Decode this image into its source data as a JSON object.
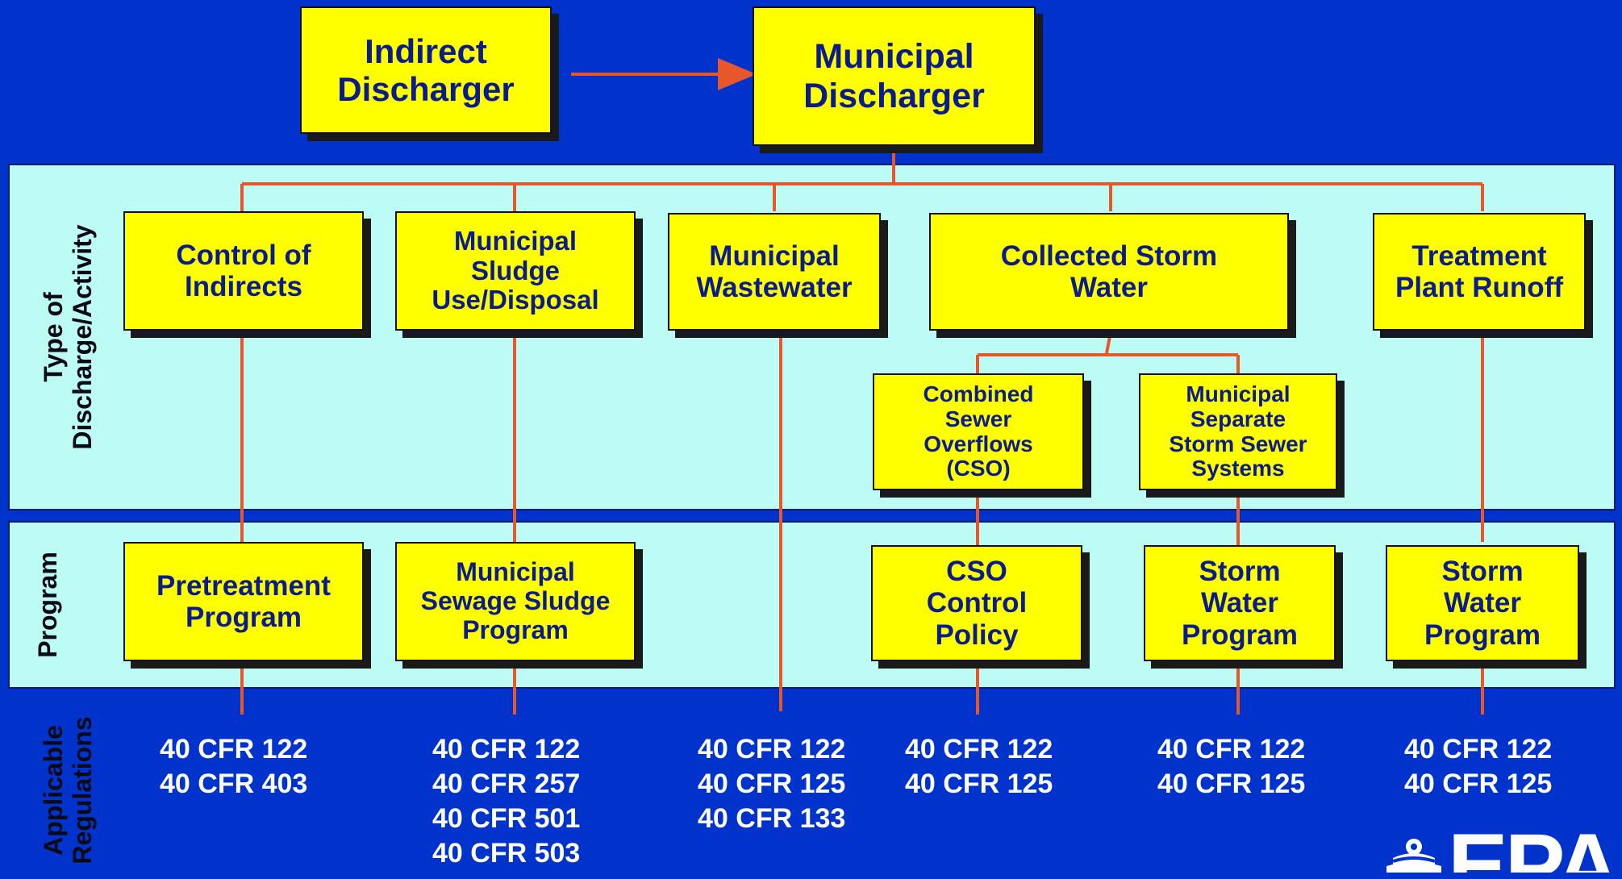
{
  "top": {
    "indirect_discharger": "Indirect\nDischarger",
    "municipal_discharger": "Municipal\nDischarger"
  },
  "side_labels": {
    "type_of_discharge": "Type of\nDischarge/Activity",
    "program": "Program",
    "applicable_regulations": "Applicable\nRegulations"
  },
  "activities": {
    "control_of_indirects": "Control of\nIndirects",
    "municipal_sludge": "Municipal\nSludge\nUse/Disposal",
    "municipal_wastewater": "Municipal\nWastewater",
    "collected_storm_water": "Collected Storm\nWater",
    "treatment_plant_runoff": "Treatment\nPlant Runoff",
    "combined_sewer_overflows": "Combined\nSewer\nOverflows\n(CSO)",
    "ms4": "Municipal\nSeparate\nStorm Sewer\nSystems"
  },
  "programs": {
    "pretreatment": "Pretreatment\nProgram",
    "sewage_sludge": "Municipal\nSewage Sludge\nProgram",
    "cso_control": "CSO\nControl\nPolicy",
    "storm_water_1": "Storm\nWater\nProgram",
    "storm_water_2": "Storm\nWater\nProgram"
  },
  "regulations": {
    "col1": "40 CFR 122\n40 CFR 403",
    "col2": "40 CFR 122\n40 CFR 257\n40 CFR 501\n40 CFR 503",
    "col3": "40 CFR 122\n40 CFR 125\n40 CFR 133",
    "col4": "40 CFR 122\n40 CFR 125",
    "col5": "40 CFR 122\n40 CFR 125",
    "col6": "40 CFR 122\n40 CFR 125"
  },
  "logo_text": "EPA",
  "colors": {
    "background": "#0033cc",
    "band": "#bdfcf5",
    "box": "#ffff00",
    "box_text": "#0a1c8c",
    "connector": "#e8572a"
  }
}
